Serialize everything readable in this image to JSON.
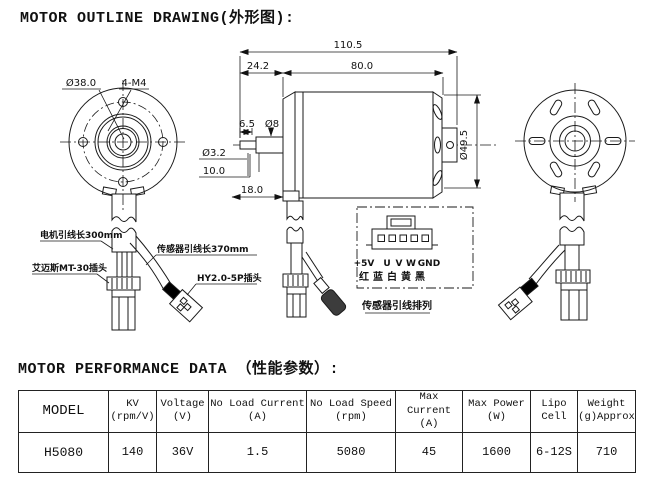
{
  "page": {
    "bg": "#ffffff",
    "ink": "#1a1a1a"
  },
  "titles": {
    "outline": "MOTOR OUTLINE DRAWING(外形图):",
    "performance": "MOTOR PERFORMANCE DATA （性能参数）:"
  },
  "drawing": {
    "front_view": {
      "dia_label": "Ø38.0",
      "holes_label": "4-M4"
    },
    "side_view": {
      "total_length": "110.5",
      "front_length": "24.2",
      "body_length": "80.0",
      "step_length": "6.5",
      "shaft_dia": "Ø8",
      "tip_dia": "Ø3.2",
      "tip_length": "10.0",
      "shaft_length": "18.0",
      "body_dia": "Ø49.5"
    },
    "wiring": {
      "motor_lead": "电机引线长300mm",
      "mt30_plug": "艾迈斯MT-30插头",
      "sensor_lead": "传感器引线长370mm",
      "hy_plug": "HY2.0-5P插头"
    },
    "connector_detail": {
      "pins": [
        "+5V",
        "U",
        "V",
        "W",
        "GND"
      ],
      "colors": [
        "红",
        "蓝",
        "白",
        "黄",
        "黑"
      ],
      "caption": "传感器引线排列"
    }
  },
  "table": {
    "headers": [
      [
        "MODEL",
        ""
      ],
      [
        "KV",
        "(rpm/V)"
      ],
      [
        "Voltage",
        "(V)"
      ],
      [
        "No Load Current",
        "(A)"
      ],
      [
        "No Load Speed",
        "(rpm)"
      ],
      [
        "Max Current",
        "(A)"
      ],
      [
        "Max Power",
        "(W)"
      ],
      [
        "Lipo",
        "Cell"
      ],
      [
        "Weight",
        "(g)Approx"
      ]
    ],
    "row": [
      "H5080",
      "140",
      "36V",
      "1.5",
      "5080",
      "45",
      "1600",
      "6-12S",
      "710"
    ]
  }
}
